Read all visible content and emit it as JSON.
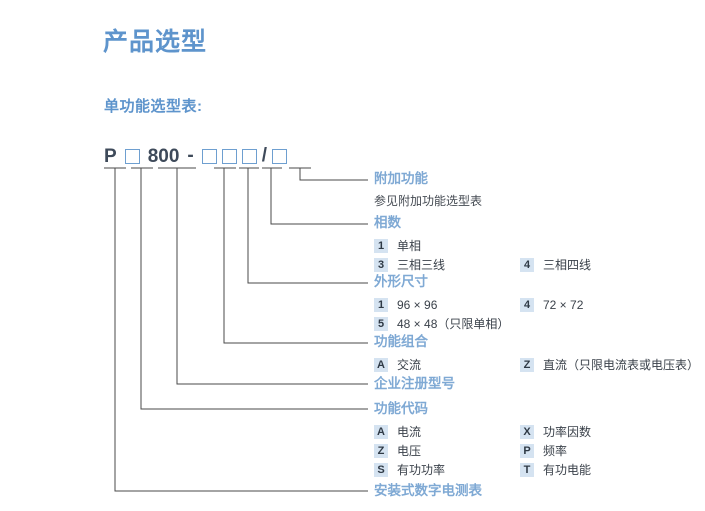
{
  "page": {
    "title": "产品选型",
    "section_title": "单功能选型表:",
    "title_color": "#5E94CC",
    "heading_color": "#7FA9D4",
    "badge_bg": "#D5E3F1",
    "box_border_color": "#6E9FD0",
    "leader_color": "#4a4a4a"
  },
  "model_code": {
    "parts": [
      {
        "type": "char",
        "text": "P"
      },
      {
        "type": "box",
        "text": ""
      },
      {
        "type": "char",
        "text": "800"
      },
      {
        "type": "sep",
        "text": "-"
      },
      {
        "type": "box",
        "text": ""
      },
      {
        "type": "box",
        "text": ""
      },
      {
        "type": "box",
        "text": ""
      },
      {
        "type": "sep",
        "text": "/"
      },
      {
        "type": "box",
        "text": ""
      }
    ]
  },
  "groups": [
    {
      "id": "additional-function",
      "title": "附加功能",
      "note": "参见附加功能选型表",
      "options": []
    },
    {
      "id": "phase-number",
      "title": "相数",
      "note": "",
      "options": [
        {
          "code": "1",
          "label": "单相",
          "col": 1
        },
        {
          "code": "3",
          "label": "三相三线",
          "col": 1
        },
        {
          "code": "4",
          "label": "三相四线",
          "col": 2
        }
      ]
    },
    {
      "id": "dimensions",
      "title": "外形尺寸",
      "note": "",
      "options": [
        {
          "code": "1",
          "label": "96 × 96",
          "col": 1
        },
        {
          "code": "5",
          "label": "48 × 48（只限单相）",
          "col": 1
        },
        {
          "code": "4",
          "label": "72 × 72",
          "col": 2
        }
      ]
    },
    {
      "id": "function-combination",
      "title": "功能组合",
      "note": "",
      "options": [
        {
          "code": "A",
          "label": "交流",
          "col": 1
        },
        {
          "code": "Z",
          "label": "直流（只限电流表或电压表）",
          "col": 2
        }
      ]
    },
    {
      "id": "enterprise-model",
      "title": "企业注册型号",
      "note": "",
      "options": []
    },
    {
      "id": "function-code",
      "title": "功能代码",
      "note": "",
      "options": [
        {
          "code": "A",
          "label": "电流",
          "col": 1
        },
        {
          "code": "Z",
          "label": "电压",
          "col": 1
        },
        {
          "code": "S",
          "label": "有功功率",
          "col": 1
        },
        {
          "code": "X",
          "label": "功率因数",
          "col": 2
        },
        {
          "code": "P",
          "label": "频率",
          "col": 2
        },
        {
          "code": "T",
          "label": "有功电能",
          "col": 2
        }
      ]
    },
    {
      "id": "product-family",
      "title": "安装式数字电测表",
      "note": "",
      "options": []
    }
  ]
}
